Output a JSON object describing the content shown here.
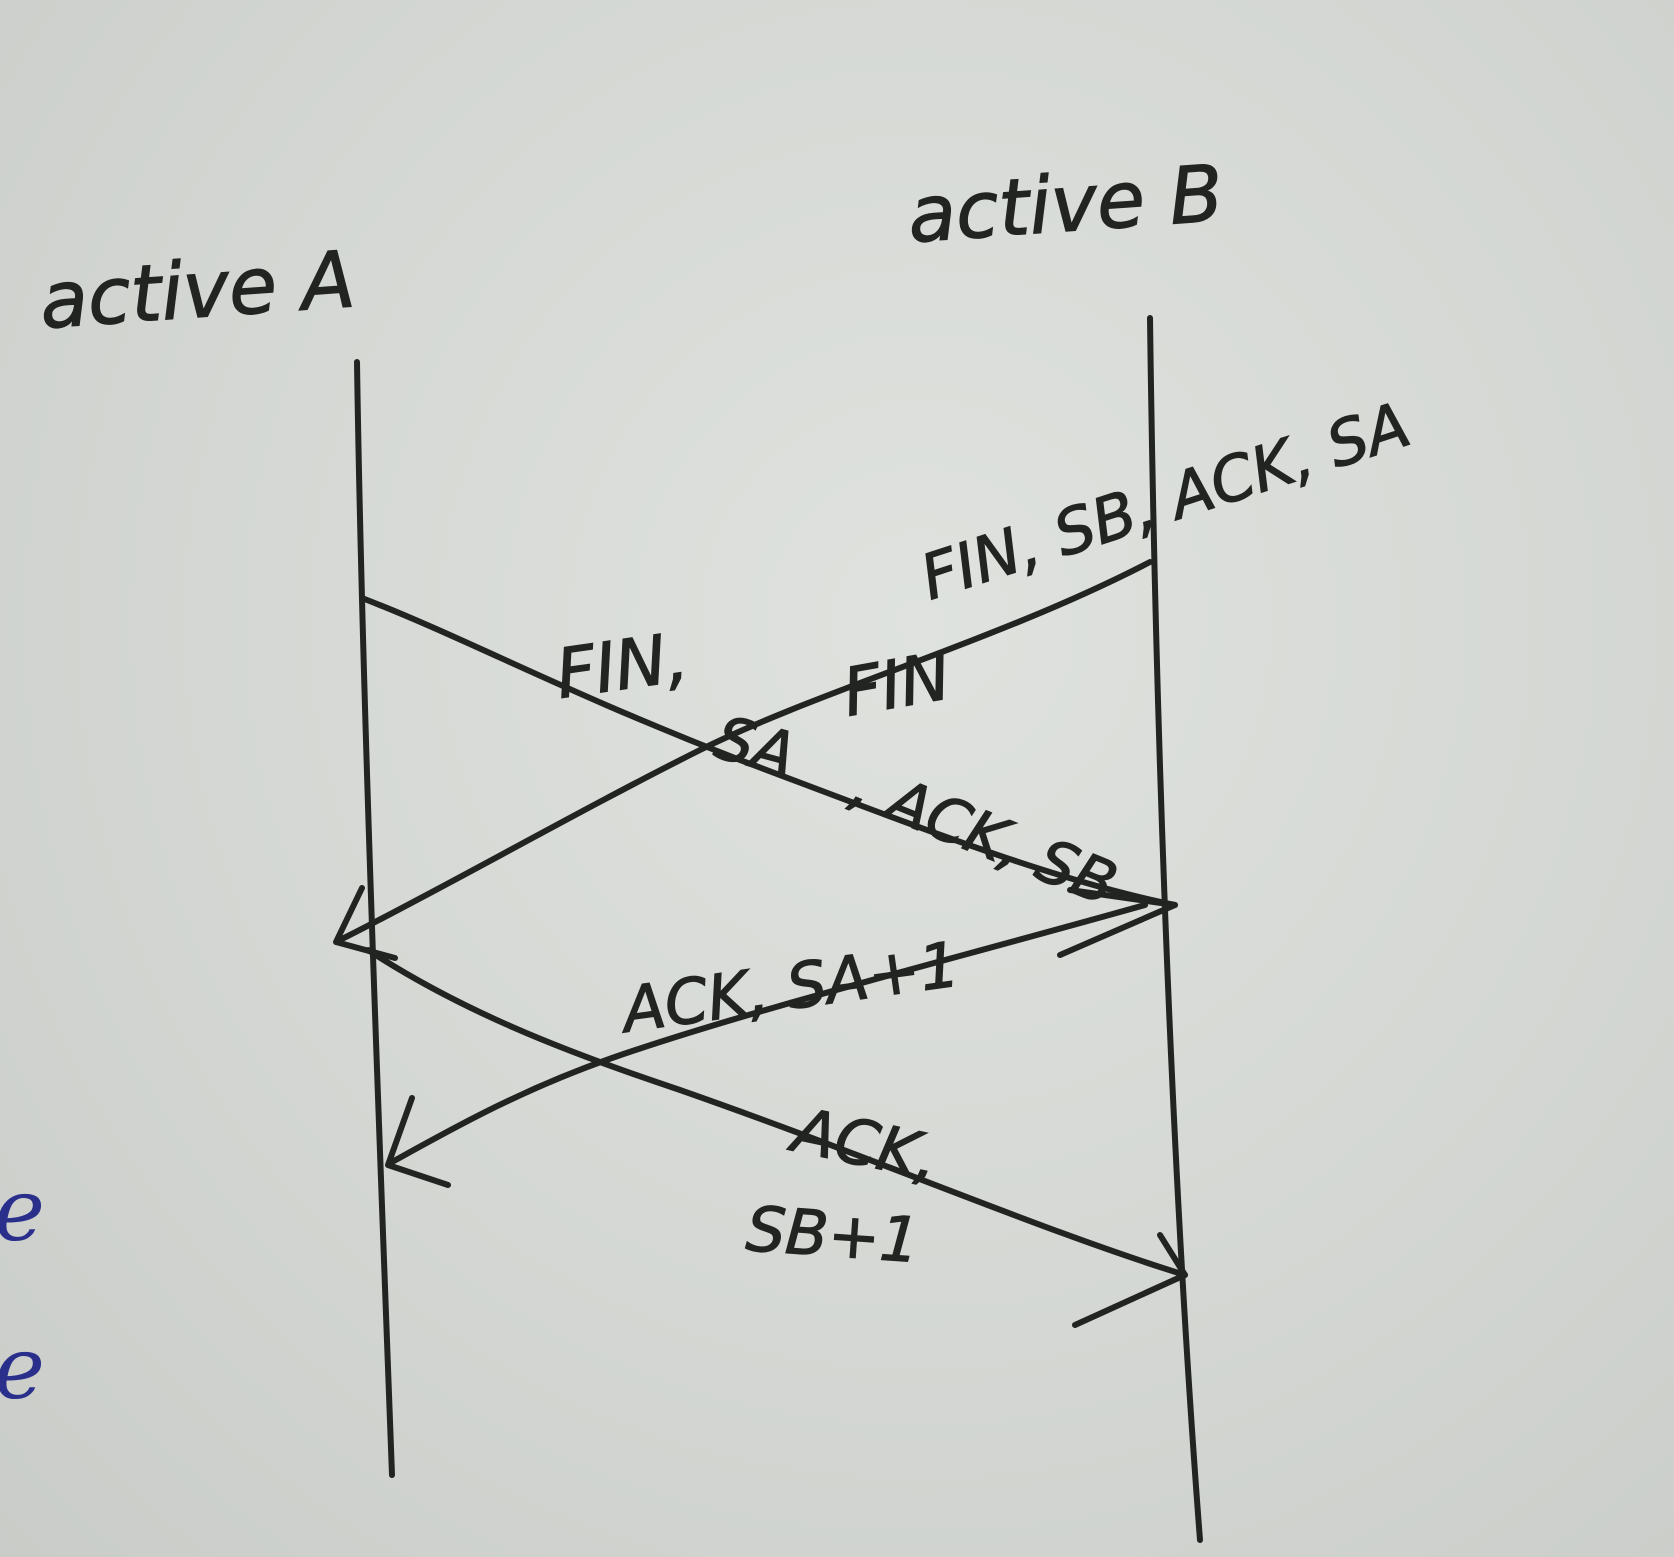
{
  "participants": {
    "left": "active A",
    "right": "active B"
  },
  "messages": {
    "fin_a": {
      "line1": "FIN,",
      "line2": "SA",
      "line3": ", ACK, SB"
    },
    "fin_b": {
      "line1": "FIN, SB, ACK, SA",
      "line2": "FIN"
    },
    "ack_a": {
      "text": "ACK, SA+1"
    },
    "ack_b": {
      "line1": "ACK,",
      "line2": "SB+1"
    }
  },
  "margin_marks": [
    "e",
    "e"
  ],
  "colors": {
    "ink": "#222421",
    "paper": "#d8dbd7",
    "margin_ink": "#2a2f8c"
  }
}
